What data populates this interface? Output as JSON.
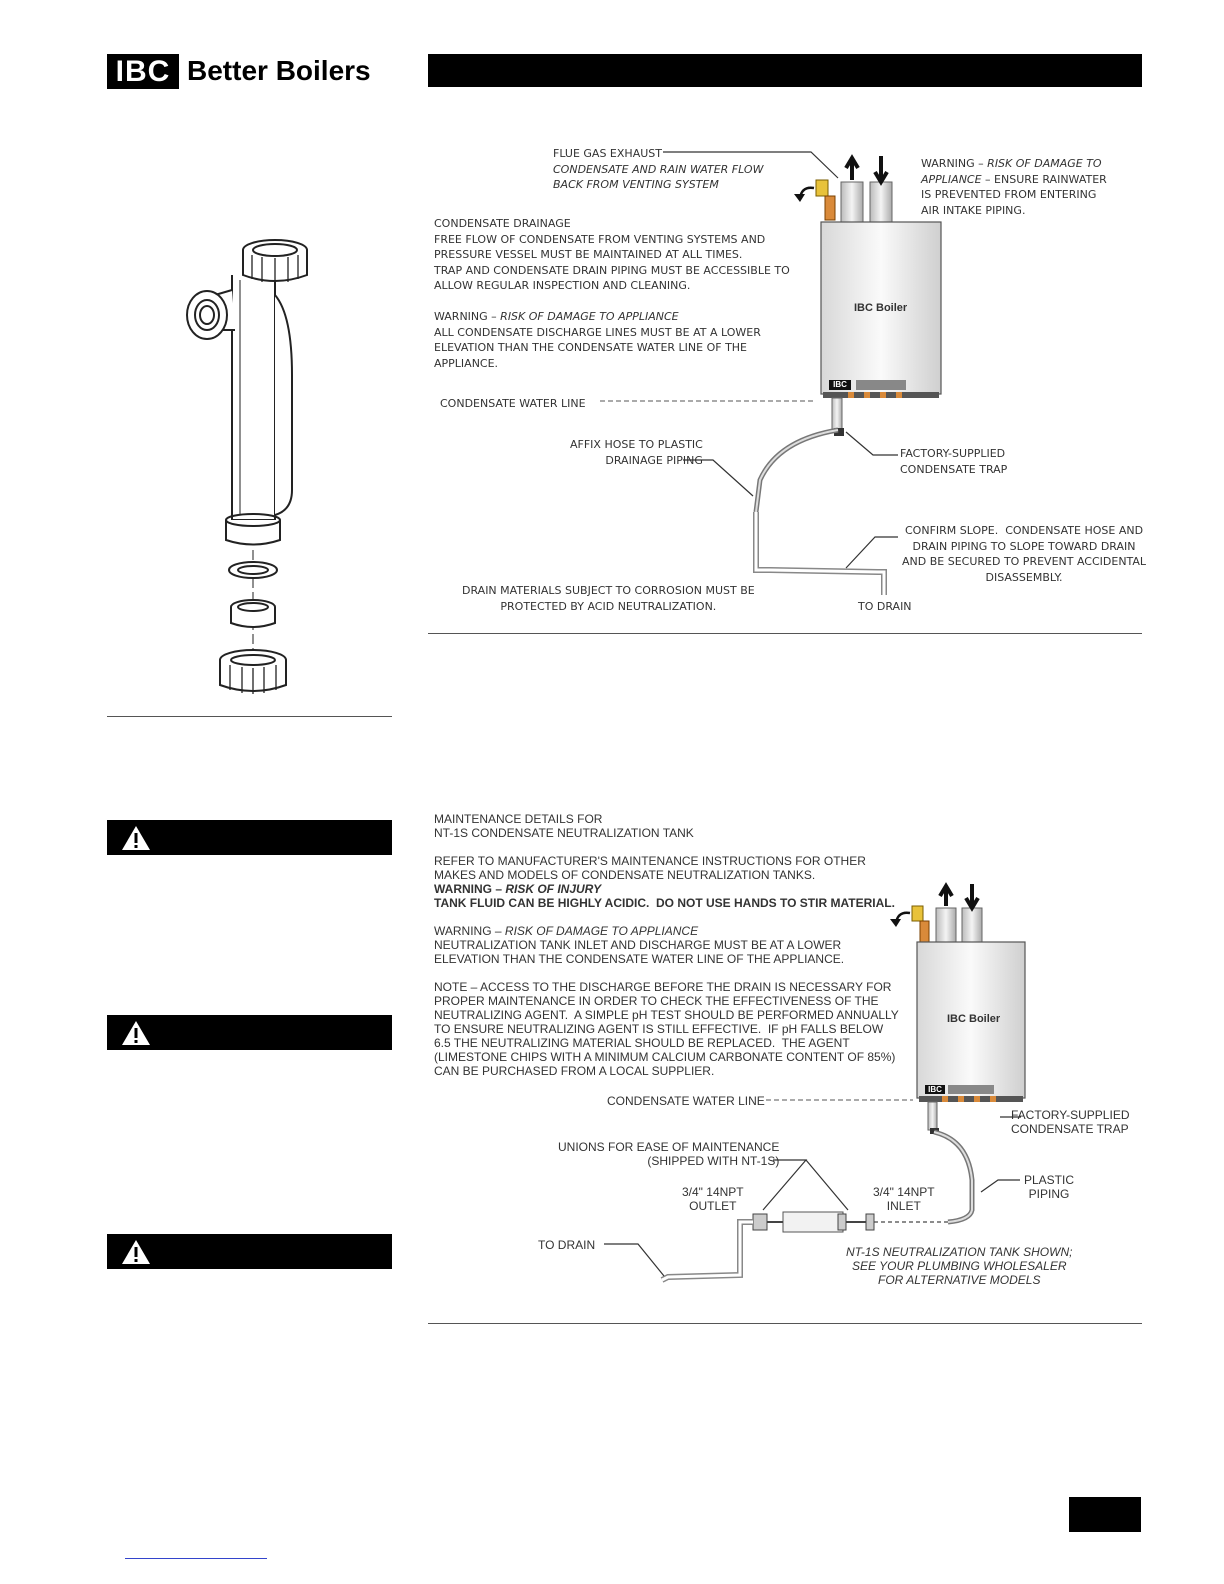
{
  "header": {
    "logo_mark": "IBC",
    "logo_text": "Better Boilers"
  },
  "diagram1": {
    "flue_title": "FLUE GAS EXHAUST",
    "flue_l2": "CONDENSATE AND RAIN WATER FLOW",
    "flue_l3": "BACK FROM VENTING SYSTEM",
    "warn_rain_a": "WARNING – ",
    "warn_rain_b": "RISK OF DAMAGE TO",
    "warn_rain_l2a": "APPLIANCE",
    "warn_rain_l2b": " – ENSURE RAINWATER",
    "warn_rain_l3": "IS PREVENTED FROM ENTERING",
    "warn_rain_l4": "AIR INTAKE PIPING.",
    "drain_l1": "CONDENSATE DRAINAGE",
    "drain_l2": "FREE FLOW OF CONDENSATE FROM VENTING SYSTEMS AND",
    "drain_l3": "PRESSURE VESSEL MUST BE MAINTAINED AT ALL TIMES.",
    "drain_l4": "TRAP AND CONDENSATE DRAIN PIPING MUST BE ACCESSIBLE TO",
    "drain_l5": "ALLOW REGULAR INSPECTION AND CLEANING.",
    "warn_app_a": "WARNING – ",
    "warn_app_b": "RISK OF DAMAGE TO APPLIANCE",
    "warn_app_l2": "ALL CONDENSATE DISCHARGE LINES MUST BE AT A LOWER",
    "warn_app_l3": "ELEVATION THAN THE CONDENSATE WATER LINE OF THE",
    "warn_app_l4": "APPLIANCE.",
    "boiler_label": "IBC Boiler",
    "boiler_badge": "IBC",
    "water_line": "CONDENSATE WATER LINE",
    "hose_l1": "AFFIX HOSE TO PLASTIC",
    "hose_l2": "DRAINAGE PIPING",
    "trap_l1": "FACTORY-SUPPLIED",
    "trap_l2": "CONDENSATE TRAP",
    "slope_l1": "CONFIRM SLOPE.  CONDENSATE HOSE AND",
    "slope_l2": "DRAIN PIPING TO SLOPE TOWARD DRAIN",
    "slope_l3": "AND BE SECURED TO PREVENT ACCIDENTAL",
    "slope_l4": "DISASSEMBLY.",
    "corr_l1": "DRAIN MATERIALS SUBJECT TO CORROSION MUST BE",
    "corr_l2": "PROTECTED BY ACID NEUTRALIZATION.",
    "to_drain": "TO DRAIN"
  },
  "diagram2": {
    "m_l1": "MAINTENANCE DETAILS FOR",
    "m_l2": "NT-1S CONDENSATE NEUTRALIZATION TANK",
    "ref_l1": "REFER TO MANUFACTURER'S MAINTENANCE INSTRUCTIONS FOR OTHER",
    "ref_l2": "MAKES AND MODELS OF CONDENSATE NEUTRALIZATION TANKS.",
    "inj_a": "WARNING – ",
    "inj_b": "RISK OF INJURY",
    "inj_l2": "TANK FLUID CAN BE HIGHLY ACIDIC.  DO NOT USE HANDS TO STIR MATERIAL.",
    "app_a": "WARNING – ",
    "app_b": "RISK OF DAMAGE TO APPLIANCE",
    "app_l2": "NEUTRALIZATION TANK INLET AND DISCHARGE MUST BE AT A LOWER",
    "app_l3": "ELEVATION THAN THE CONDENSATE WATER LINE OF THE APPLIANCE.",
    "note_l1": "NOTE – ACCESS TO THE DISCHARGE BEFORE THE DRAIN IS NECESSARY FOR",
    "note_l2": "PROPER MAINTENANCE IN ORDER TO CHECK THE EFFECTIVENESS OF THE",
    "note_l3": "NEUTRALIZING AGENT.  A SIMPLE pH TEST SHOULD BE PERFORMED ANNUALLY",
    "note_l4": "TO ENSURE NEUTRALIZING AGENT IS STILL EFFECTIVE.  IF pH FALLS BELOW",
    "note_l5": "6.5 THE NEUTRALIZING MATERIAL SHOULD BE REPLACED.  THE AGENT",
    "note_l6": "(LIMESTONE CHIPS WITH A MINIMUM CALCIUM CARBONATE CONTENT OF 85%)",
    "note_l7": "CAN BE PURCHASED FROM A LOCAL SUPPLIER.",
    "boiler_label": "IBC Boiler",
    "boiler_badge": "IBC",
    "water_line": "CONDENSATE WATER LINE",
    "trap_l1": "FACTORY-SUPPLIED",
    "trap_l2": "CONDENSATE TRAP",
    "unions_l1": "UNIONS FOR EASE OF MAINTENANCE",
    "unions_l2": "(SHIPPED WITH NT-1S)",
    "plastic_l1": "PLASTIC",
    "plastic_l2": "PIPING",
    "outlet_l1": "3/4\" 14NPT",
    "outlet_l2": "OUTLET",
    "inlet_l1": "3/4\" 14NPT",
    "inlet_l2": "INLET",
    "to_drain": "TO DRAIN",
    "nt_l1": "NT-1S NEUTRALIZATION TANK SHOWN;",
    "nt_l2": "SEE YOUR PLUMBING WHOLESALER",
    "nt_l3": "FOR ALTERNATIVE MODELS"
  }
}
